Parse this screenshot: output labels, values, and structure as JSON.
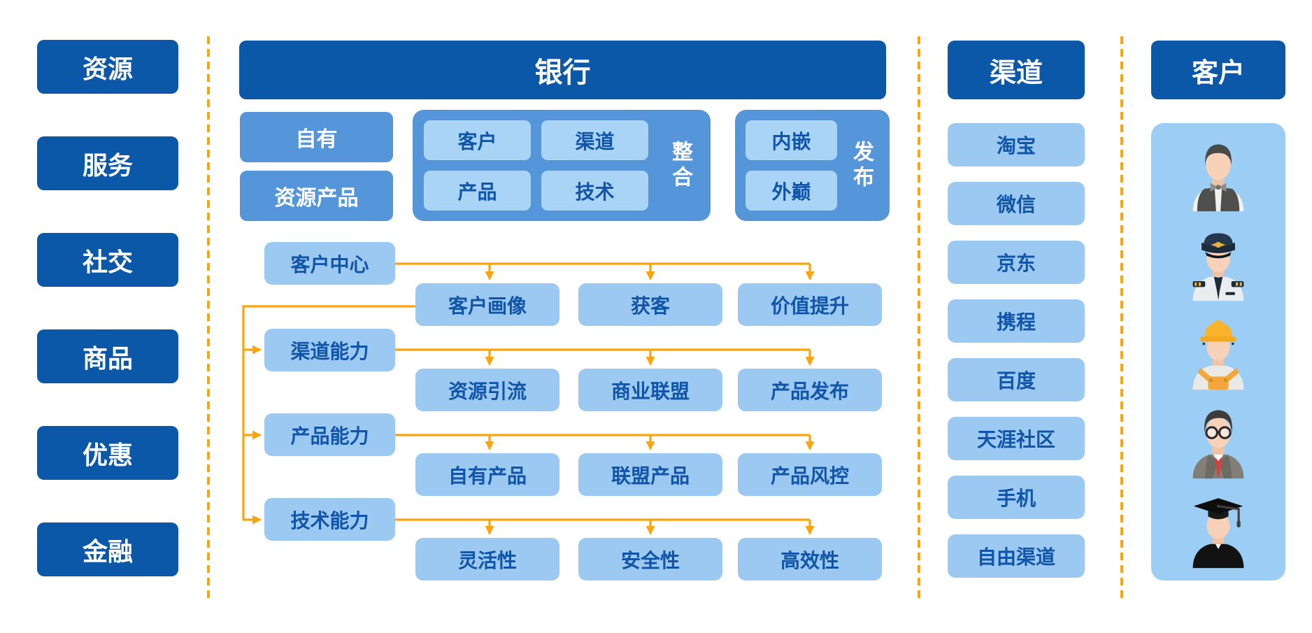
{
  "colors": {
    "dark_blue": "#0B57A8",
    "medium_blue": "#5596DB",
    "light_blue": "#9CC9F1",
    "lighter_blue": "#A9D4F6",
    "panel_blue": "#9CCDF4",
    "text_blue": "#1155A8",
    "arrow_orange": "#FBA50E",
    "background": "#FFFFFF"
  },
  "resources": {
    "items": [
      "资源",
      "服务",
      "社交",
      "商品",
      "优惠",
      "金融"
    ]
  },
  "bank": {
    "title": "银行",
    "own_label": "自有",
    "resource_product_label": "资源产品",
    "integration": {
      "label": "整合",
      "cells": [
        "客户",
        "渠道",
        "产品",
        "技术"
      ]
    },
    "publish": {
      "label": "发布",
      "cells": [
        "内嵌",
        "外巅"
      ]
    },
    "flows": [
      {
        "head": "客户中心",
        "children": [
          "客户画像",
          "获客",
          "价值提升"
        ]
      },
      {
        "head": "渠道能力",
        "children": [
          "资源引流",
          "商业联盟",
          "产品发布"
        ]
      },
      {
        "head": "产品能力",
        "children": [
          "自有产品",
          "联盟产品",
          "产品风控"
        ]
      },
      {
        "head": "技术能力",
        "children": [
          "灵活性",
          "安全性",
          "高效性"
        ]
      }
    ]
  },
  "channels": {
    "title": "渠道",
    "items": [
      "淘宝",
      "微信",
      "京东",
      "携程",
      "百度",
      "天涯社区",
      "手机",
      "自由渠道"
    ]
  },
  "customers": {
    "title": "客户",
    "personas": [
      "waiter-icon",
      "pilot-icon",
      "construction-worker-icon",
      "businessman-icon",
      "graduate-icon"
    ]
  }
}
